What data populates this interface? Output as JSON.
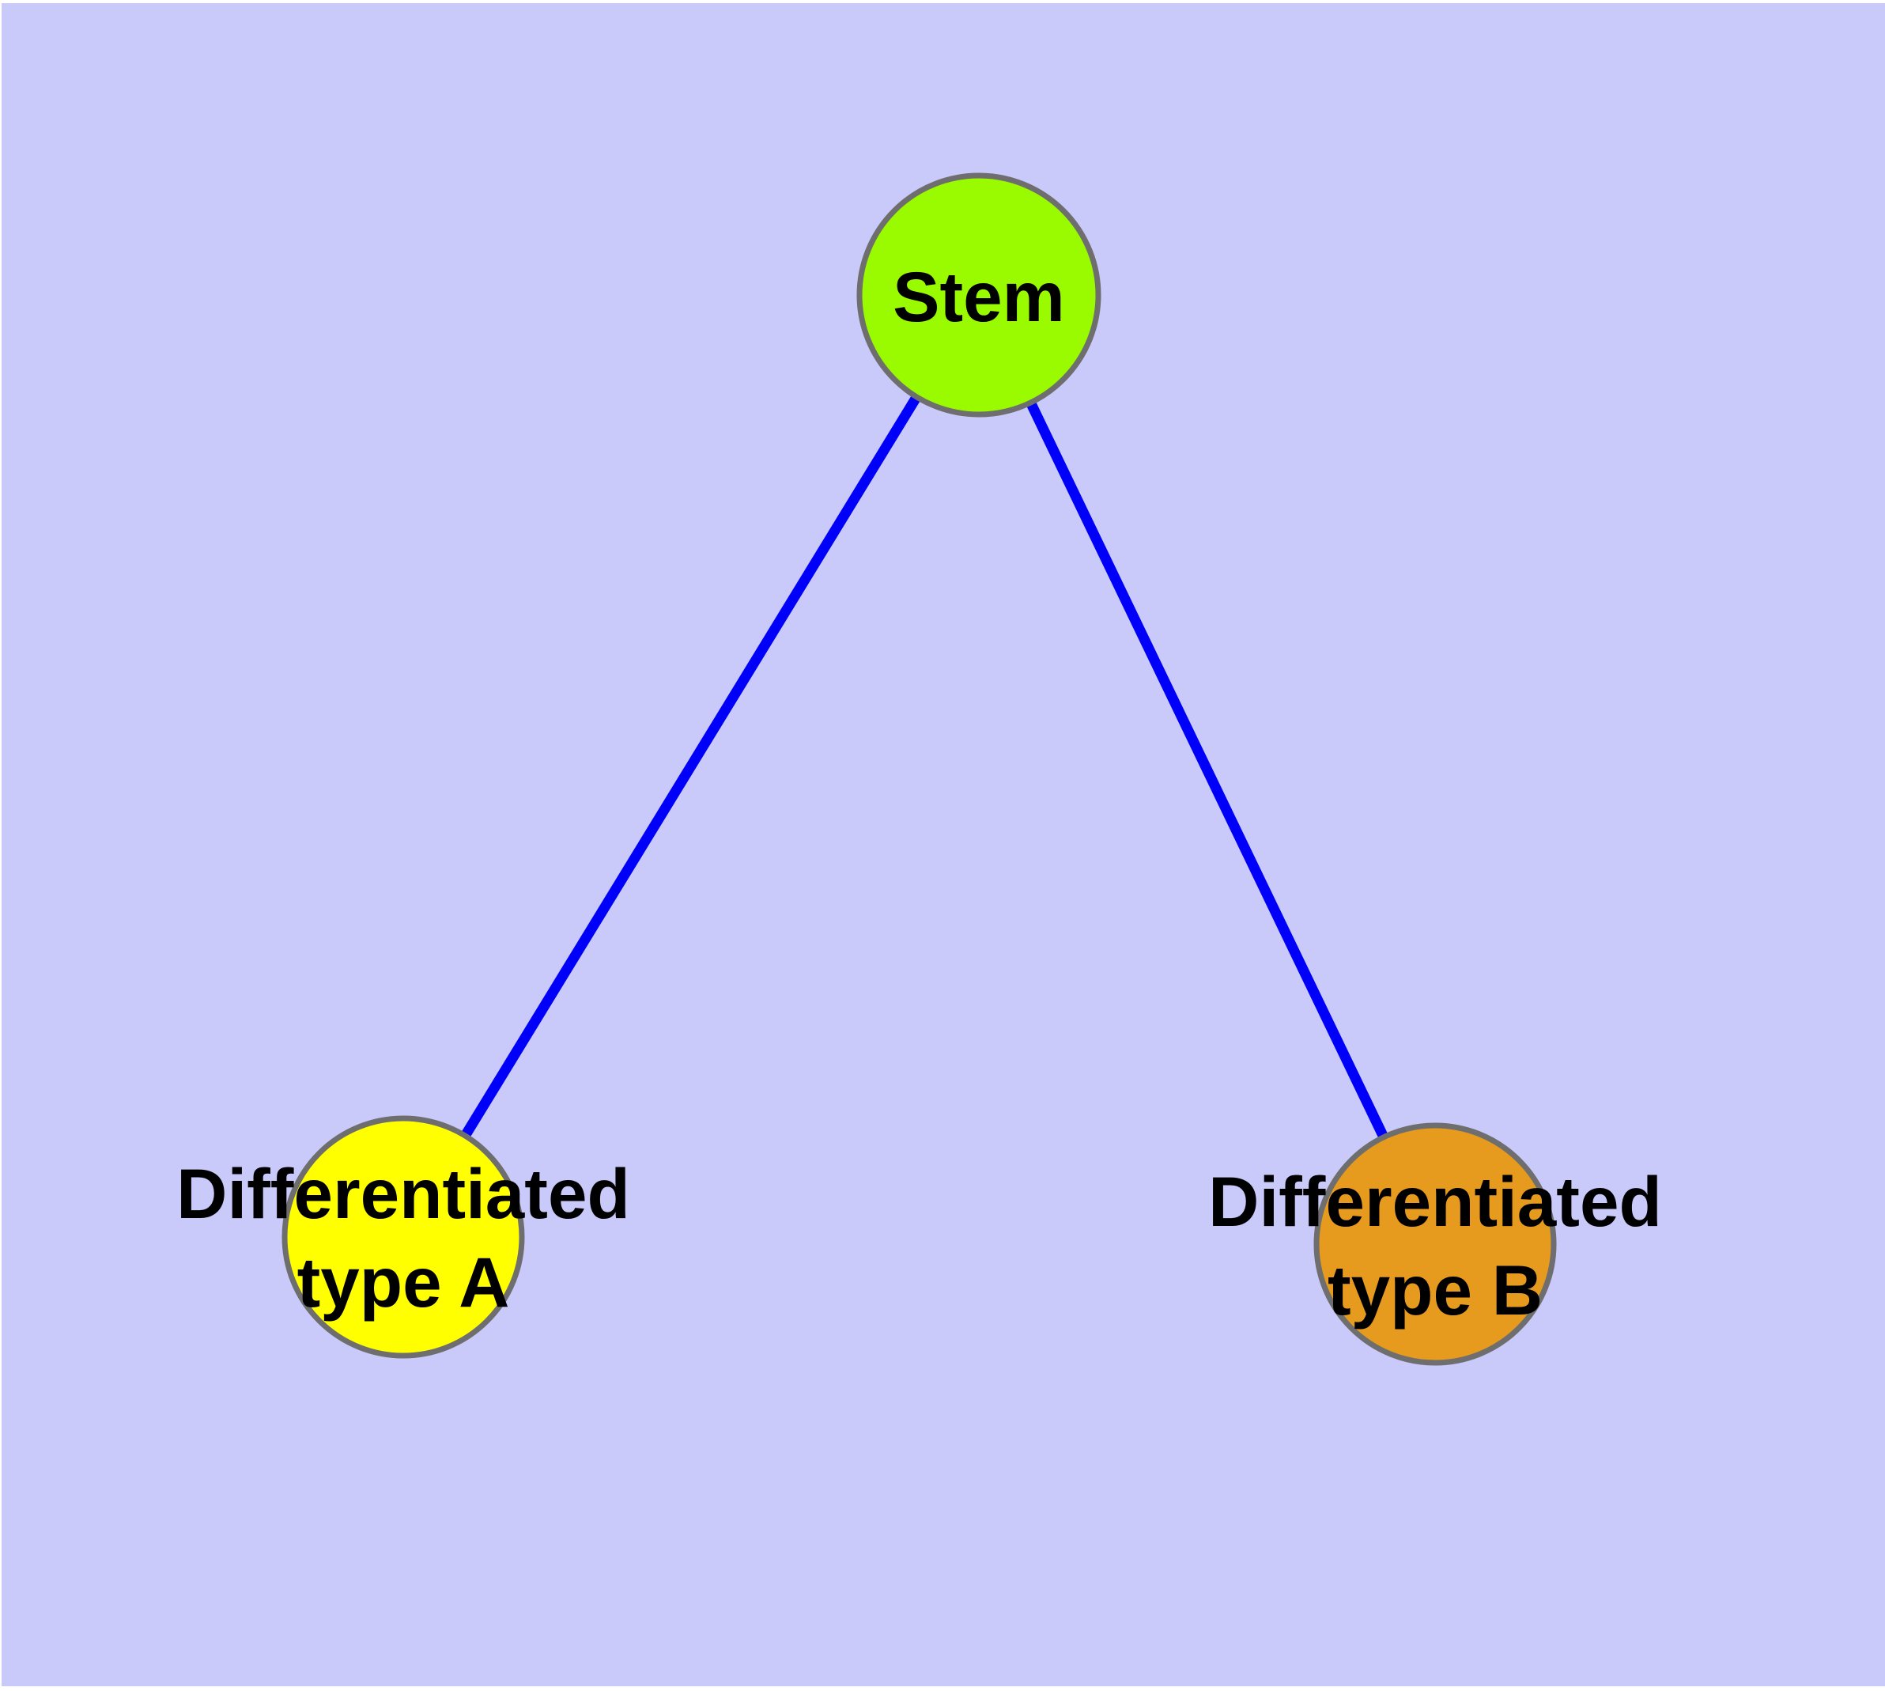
{
  "canvas": {
    "background_color": "#C9C9FA",
    "margin_color": "#FFFFFF"
  },
  "graph": {
    "type": "node-link-diagram",
    "nodes": [
      {
        "id": "stem",
        "label": "Stem",
        "fill": "#9AFA00",
        "border_color": "#6E6E6E",
        "text_color": "#000000"
      },
      {
        "id": "differentiated-type-a",
        "label_line1": "Differentiated",
        "label_line2": "type A",
        "fill": "#FFFF00",
        "border_color": "#6E6E6E",
        "text_color": "#000000"
      },
      {
        "id": "differentiated-type-b",
        "label_line1": "Differentiated",
        "label_line2": "type B",
        "fill": "#E69A1E",
        "border_color": "#6E6E6E",
        "text_color": "#000000"
      }
    ],
    "edges": [
      {
        "from": "stem",
        "to": "differentiated-type-a",
        "color": "#0000FA"
      },
      {
        "from": "stem",
        "to": "differentiated-type-b",
        "color": "#0000FA"
      }
    ]
  }
}
